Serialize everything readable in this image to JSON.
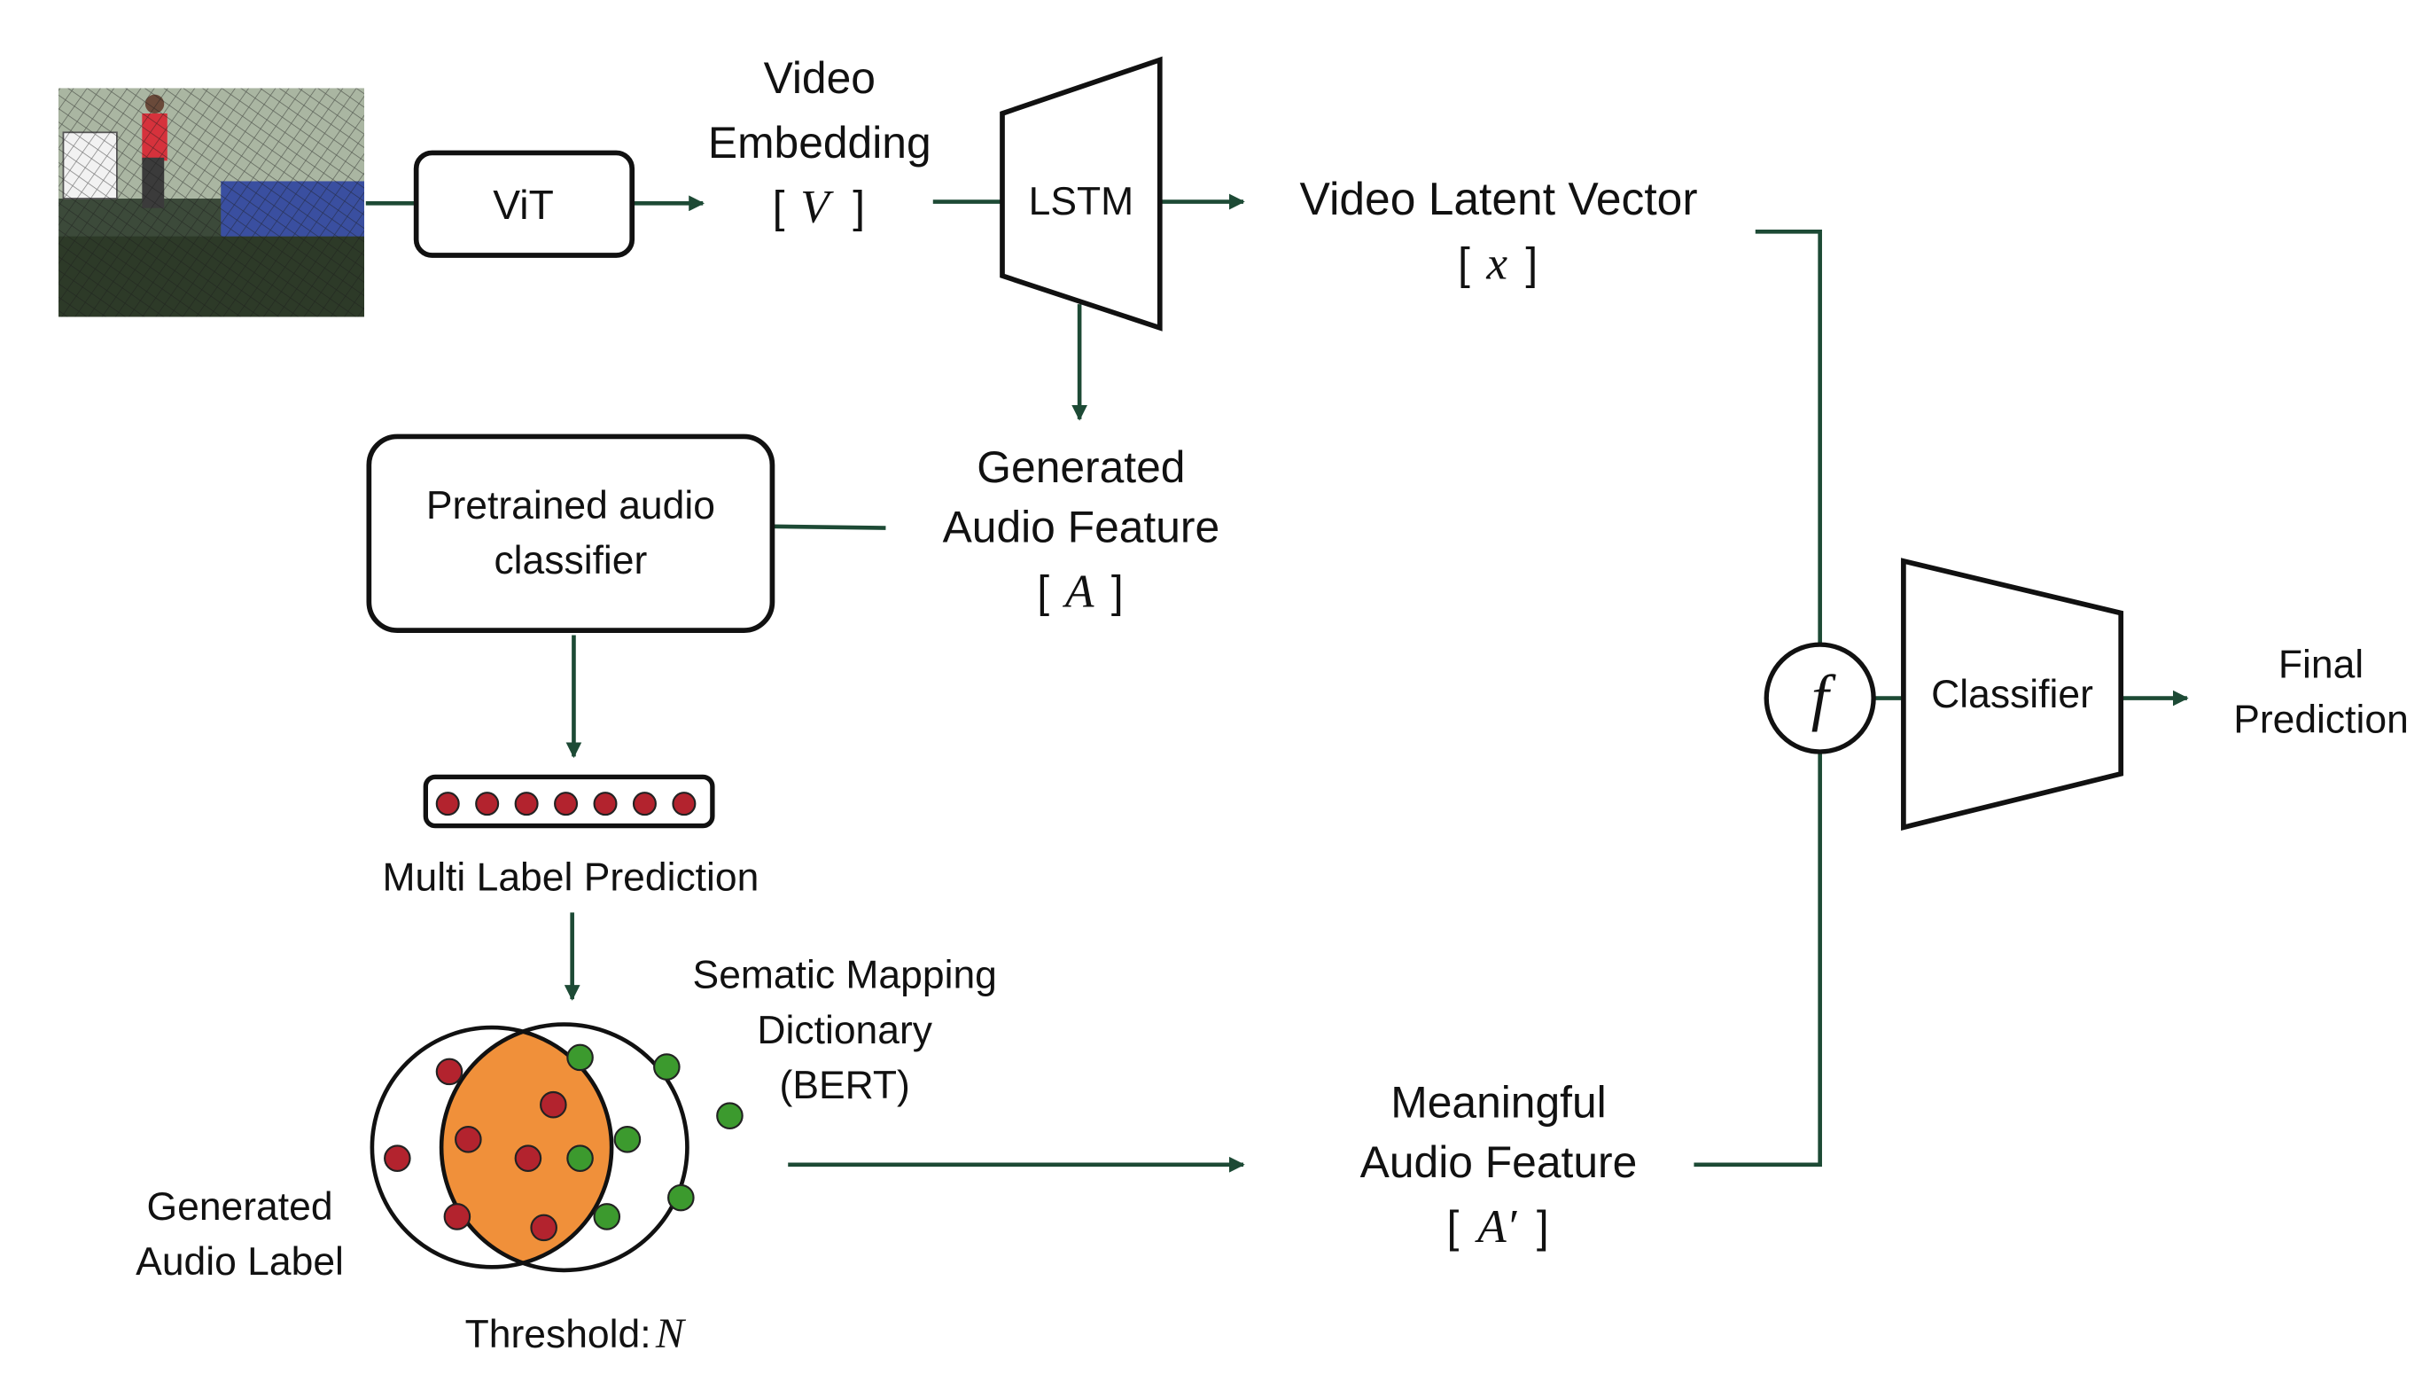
{
  "nodes": {
    "vit": "ViT",
    "video_embedding": {
      "line1": "Video",
      "line2": "Embedding",
      "symbol": "V"
    },
    "lstm": "LSTM",
    "video_latent": {
      "line1": "Video Latent Vector",
      "symbol": "x"
    },
    "generated_audio_feature": {
      "line1": "Generated",
      "line2": "Audio Feature",
      "symbol": "A"
    },
    "pretrained_classifier": {
      "line1": "Pretrained audio",
      "line2": "classifier"
    },
    "multi_label": "Multi Label Prediction",
    "semantic_mapping": {
      "line1": "Sematic Mapping",
      "line2": "Dictionary",
      "line3": "(BERT)"
    },
    "generated_audio_label": {
      "line1": "Generated",
      "line2": "Audio Label"
    },
    "threshold": {
      "prefix": "Threshold: ",
      "symbol": "N"
    },
    "meaningful_audio": {
      "line1": "Meaningful",
      "line2": "Audio Feature",
      "symbol": "A′"
    },
    "fusion": "f",
    "classifier": "Classifier",
    "final_prediction": {
      "line1": "Final",
      "line2": "Prediction"
    }
  },
  "colors": {
    "arrow": "#1d4a35",
    "red_dot": "#b3232e",
    "green_dot": "#3c9a2e",
    "overlap": "#f0903a"
  },
  "icons": {
    "video_frame": "video-frame-thumbnail"
  }
}
